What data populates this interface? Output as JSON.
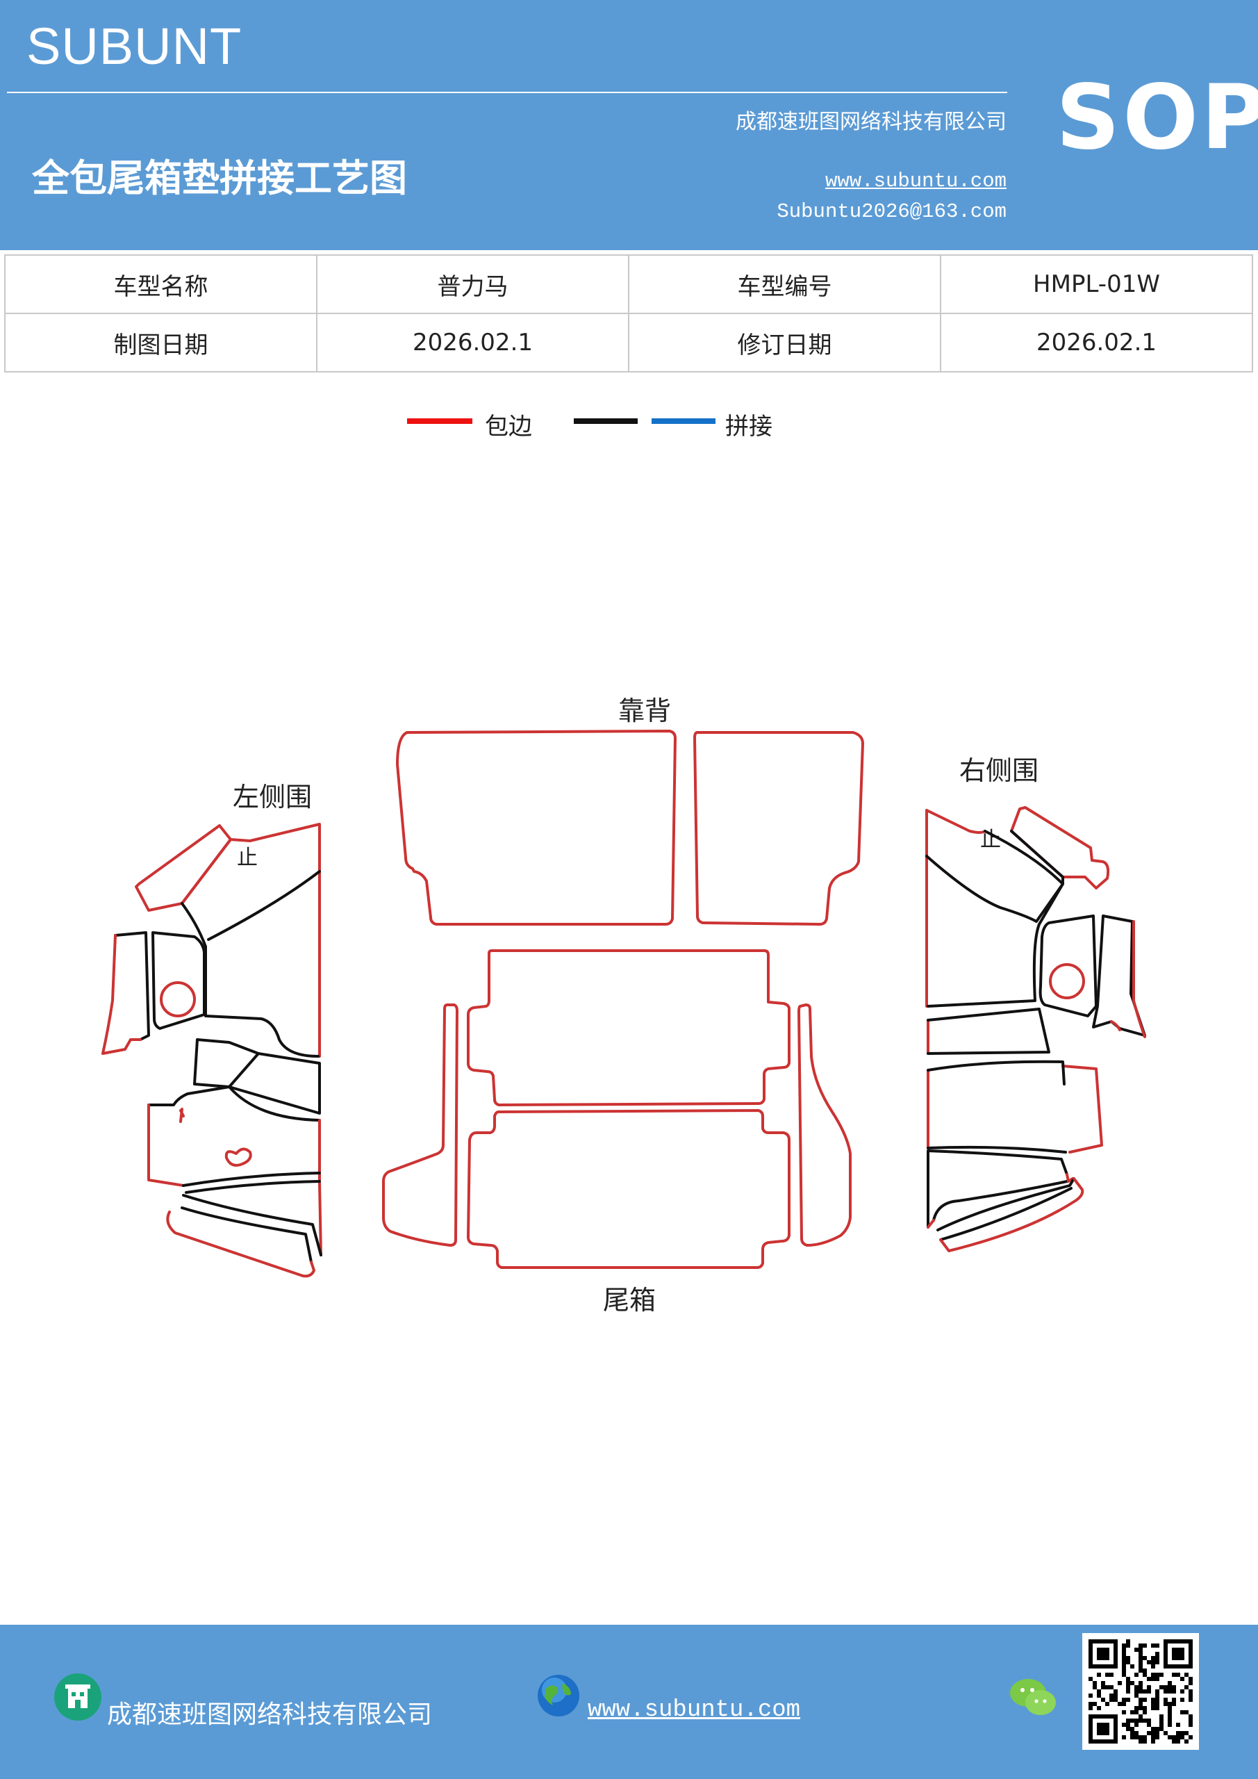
{
  "header": {
    "brand": "SUBUNT",
    "company": "成都速班图网络科技有限公司",
    "sop": "SOP",
    "title": "全包尾箱垫拼接工艺图",
    "website": "www.subuntu.com",
    "email": "Subuntu2026@163.com"
  },
  "info_table": {
    "rows": [
      [
        "车型名称",
        "普力马",
        "车型编号",
        "HMPL-01W"
      ],
      [
        "制图日期",
        "2026.02.1",
        "修订日期",
        "2026.02.1"
      ]
    ]
  },
  "legend": {
    "items": [
      {
        "label": "包边",
        "color": "#ee1111"
      },
      {
        "label": "",
        "color": "#111111"
      },
      {
        "label": "拼接",
        "color": "#1570c8"
      }
    ]
  },
  "diagram": {
    "labels": {
      "back": "靠背",
      "left": "左侧围",
      "right": "右侧围",
      "trunk": "尾箱",
      "left_stop": "止",
      "right_stop": "止"
    },
    "colors": {
      "edge": "#cc3333",
      "seam": "#111111"
    }
  },
  "footer": {
    "company": "成都速班图网络科技有限公司",
    "website": "www.subuntu.com",
    "icons": [
      "building-icon",
      "globe-icon",
      "wechat-icon",
      "qr-code"
    ]
  }
}
